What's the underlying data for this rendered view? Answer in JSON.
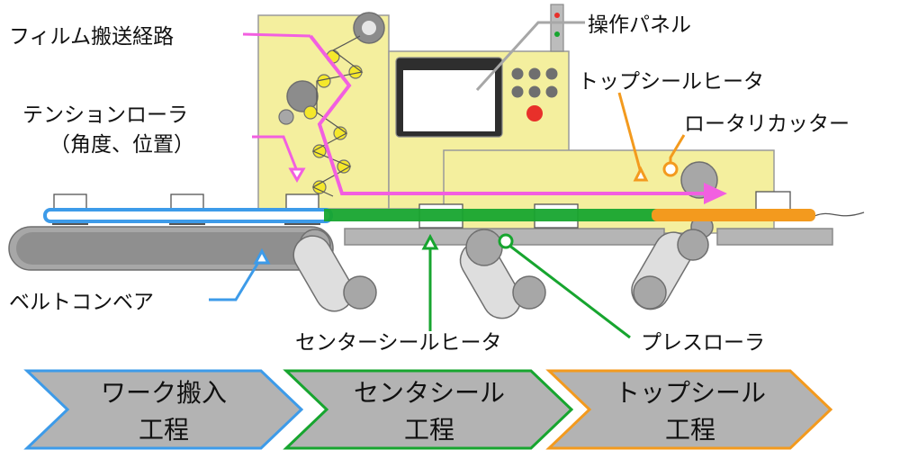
{
  "labels": {
    "film_path": "フィルム搬送経路",
    "tension_roller_line1": "テンションローラ",
    "tension_roller_line2": "（角度、位置）",
    "control_panel": "操作パネル",
    "top_seal_heater": "トップシールヒータ",
    "rotary_cutter": "ロータリカッター",
    "belt_conveyor": "ベルトコンベア",
    "center_seal_heater": "センターシールヒータ",
    "press_roller": "プレスローラ"
  },
  "process_steps": [
    {
      "line1": "ワーク搬入",
      "line2": "工程",
      "color": "#3d9be9"
    },
    {
      "line1": "センタシール",
      "line2": "工程",
      "color": "#17a52f"
    },
    {
      "line1": "トップシール",
      "line2": "工程",
      "color": "#f39a1e"
    }
  ],
  "colors": {
    "machine_body": "#f4ef9e",
    "film_path": "#f25fe0",
    "belt": "#3d9be9",
    "center_seal": "#17a52f",
    "top_seal": "#f39a1e",
    "roller_yellow": "#f5e82b",
    "stop_button": "#e8302a",
    "gray": "#a7a7a7",
    "dark_gray": "#6f6f6f"
  }
}
